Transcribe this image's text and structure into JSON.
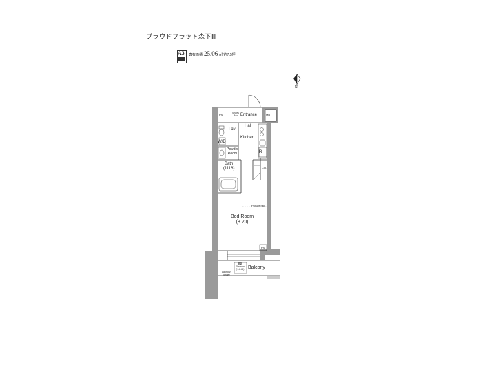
{
  "header": {
    "building_name": "プラウドフラット森下Ⅲ",
    "unit_code": "A3",
    "unit_sub": "ー",
    "area_label": "専有面積",
    "area_value": "25.06",
    "area_unit": "㎡(約7.5坪)"
  },
  "compass": {
    "label": "N"
  },
  "rooms": {
    "entrance": "Entrance",
    "hall": "Hall",
    "kitchen": "Kitchen",
    "lav": "Lav.",
    "wd": "W/D",
    "powder_line1": "Powder",
    "powder_line2": "Room",
    "bath_line1": "Bath",
    "bath_line2": "(1116)",
    "bedroom_line1": "Bed Room",
    "bedroom_line2": "(8.2J)",
    "balcony": "Balcony",
    "mb": "MB",
    "ps_top": "PS",
    "ps_bottom": "PS",
    "shoes_line1": "Shoes",
    "shoes_line2": "Box",
    "r": "R",
    "clo": "Clo.",
    "picture_rail": "Picture rail",
    "laundry_line1": "Laundry",
    "laundry_line2": "hanger",
    "evac_line1": "避難",
    "evac_line2": "Elevator",
    "evac_line3": "(H-II-M)"
  }
}
